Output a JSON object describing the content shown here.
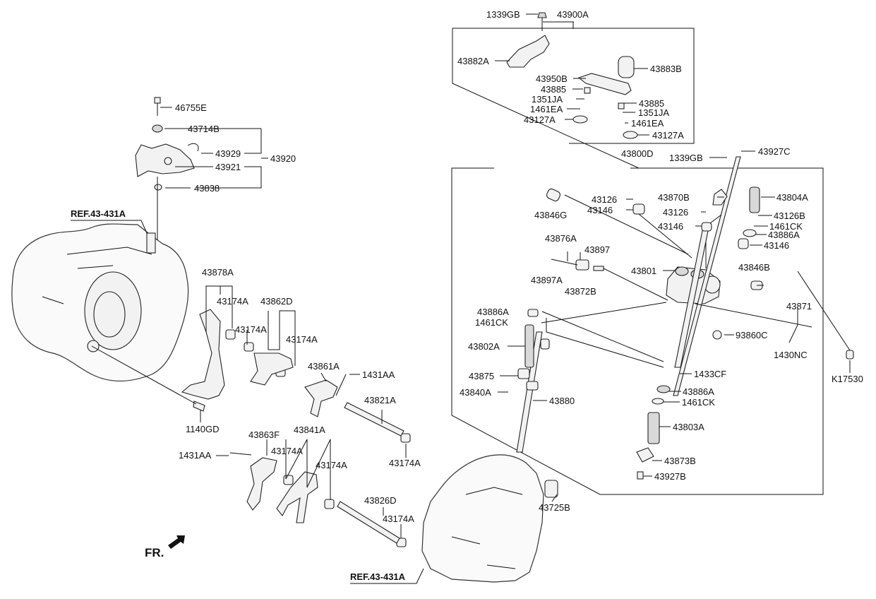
{
  "labels": {
    "p1339GB_top": "1339GB",
    "p43900A": "43900A",
    "p43882A": "43882A",
    "p43883B": "43883B",
    "p43950B": "43950B",
    "p43885_a": "43885",
    "p1351JA_a": "1351JA",
    "p1461EA_a": "1461EA",
    "p43127A_a": "43127A",
    "p43885_b": "43885",
    "p1351JA_b": "1351JA",
    "p1461EA_b": "1461EA",
    "p43127A_b": "43127A",
    "p46755E": "46755E",
    "p43714B": "43714B",
    "p43929": "43929",
    "p43921": "43921",
    "p43920": "43920",
    "p43838": "43838",
    "p43800D": "43800D",
    "p1339GB_mid": "1339GB",
    "p43927C": "43927C",
    "p43126_a": "43126",
    "p43146_a": "43146",
    "p43846G": "43846G",
    "p43870B": "43870B",
    "p43804A": "43804A",
    "p43126_b": "43126",
    "p43126B": "43126B",
    "p43146_b": "43146",
    "p1461CK_a": "1461CK",
    "p43886A_a": "43886A",
    "p43146_c": "43146",
    "p43876A": "43876A",
    "p43897": "43897",
    "p43801": "43801",
    "p43846B": "43846B",
    "p43897A": "43897A",
    "p43872B": "43872B",
    "p43886A_b": "43886A",
    "p1461CK_b": "1461CK",
    "p43871": "43871",
    "p93860C": "93860C",
    "p43802A": "43802A",
    "p1430NC": "1430NC",
    "pK17530": "K17530",
    "p43875": "43875",
    "p1433CF": "1433CF",
    "p43840A": "43840A",
    "p43886A_c": "43886A",
    "p43880": "43880",
    "p1461CK_c": "1461CK",
    "p43803A": "43803A",
    "p43873B": "43873B",
    "p43927B": "43927B",
    "p43725B": "43725B",
    "p43878A": "43878A",
    "p43174A_1": "43174A",
    "p43862D": "43862D",
    "p43174A_2": "43174A",
    "p43174A_3": "43174A",
    "p43861A": "43861A",
    "p1431AA_a": "1431AA",
    "p43821A": "43821A",
    "p1140GD": "1140GD",
    "p43174A_4": "43174A",
    "p43863F": "43863F",
    "p43841A": "43841A",
    "p1431AA_b": "1431AA",
    "p43174A_5": "43174A",
    "p43174A_6": "43174A",
    "p43826D": "43826D",
    "p43174A_7": "43174A",
    "ref_top": "REF.43-431A",
    "ref_bottom": "REF.43-431A",
    "fr": "FR."
  }
}
